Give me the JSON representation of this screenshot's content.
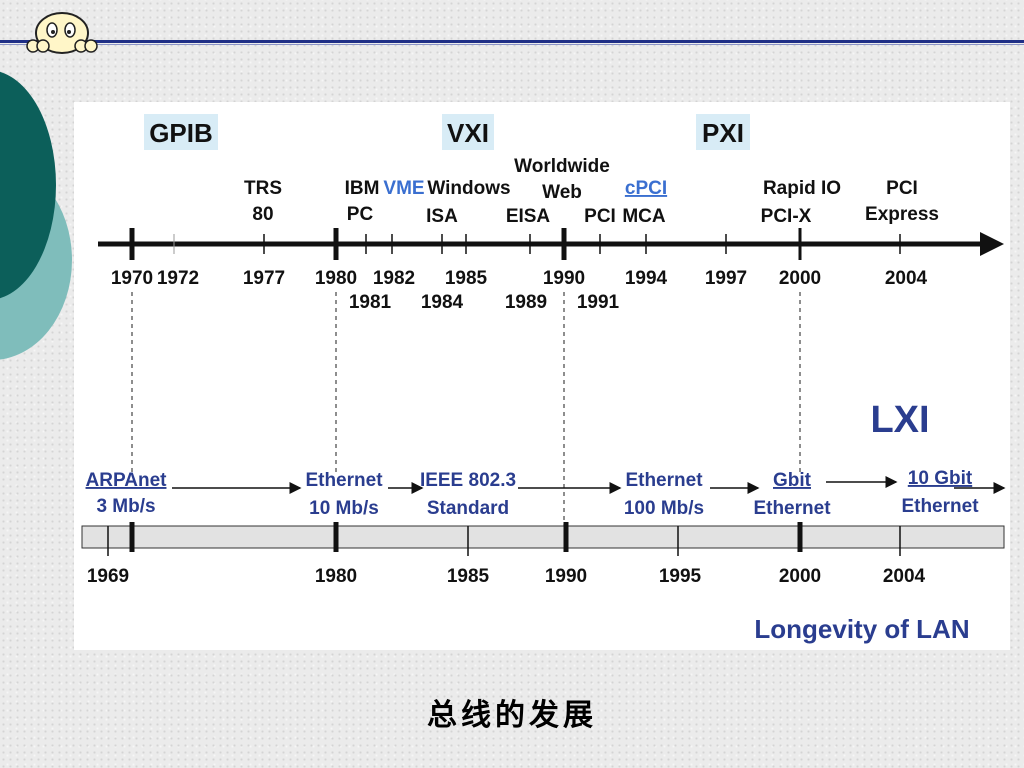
{
  "slide_caption": "总线的发展",
  "colors": {
    "dark_teal": "#0c5f5a",
    "light_teal": "#7fbdbb",
    "header_line": "#1f2f86",
    "eras_highlight": "#d8ecf6",
    "blue_text": "#2a3d8f",
    "black_text": "#111111"
  },
  "logo": {
    "icon": "cartoon-mascot-icon"
  },
  "eras": [
    {
      "label": "GPIB"
    },
    {
      "label": "VXI"
    },
    {
      "label": "PXI"
    },
    {
      "label": "LXI"
    }
  ],
  "bus_timeline": {
    "events": [
      {
        "label_lines": [
          "TRS",
          "80"
        ]
      },
      {
        "label_lines": [
          "IBM",
          "PC"
        ]
      },
      {
        "label_lines": [
          "VME"
        ]
      },
      {
        "label_lines": [
          "Windows"
        ]
      },
      {
        "label_lines": [
          "ISA"
        ]
      },
      {
        "label_lines": [
          "Worldwide",
          "Web"
        ]
      },
      {
        "label_lines": [
          "EISA"
        ]
      },
      {
        "label_lines": [
          "cPCI"
        ]
      },
      {
        "label_lines": [
          "PCI"
        ]
      },
      {
        "label_lines": [
          "MCA"
        ]
      },
      {
        "label_lines": [
          "Rapid IO"
        ]
      },
      {
        "label_lines": [
          "PCI-X"
        ]
      },
      {
        "label_lines": [
          "PCI",
          "Express"
        ]
      }
    ],
    "years_upper": [
      "1970",
      "1972",
      "1977",
      "1980",
      "1982",
      "1985",
      "1990",
      "1994",
      "1997",
      "2000",
      "2004"
    ],
    "years_lower": [
      "1981",
      "1984",
      "1989",
      "1991"
    ]
  },
  "lan_timeline": {
    "stages": [
      {
        "label_lines": [
          "ARPAnet",
          "3 Mb/s"
        ]
      },
      {
        "label_lines": [
          "Ethernet",
          "10 Mb/s"
        ]
      },
      {
        "label_lines": [
          "IEEE 802.3",
          "Standard"
        ]
      },
      {
        "label_lines": [
          "Ethernet",
          "100 Mb/s"
        ]
      },
      {
        "label_lines": [
          "Gbit",
          "Ethernet"
        ]
      },
      {
        "label_lines": [
          "10 Gbit",
          "Ethernet"
        ]
      }
    ],
    "years": [
      "1969",
      "1980",
      "1985",
      "1990",
      "1995",
      "2000",
      "2004"
    ],
    "footer": "Longevity of LAN"
  }
}
